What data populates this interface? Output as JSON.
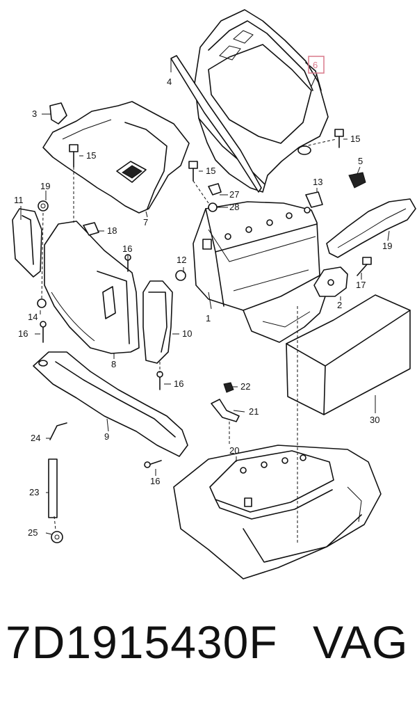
{
  "callouts": {
    "c1": "1",
    "c2": "2",
    "c3": "3",
    "c4": "4",
    "c5": "5",
    "c6": "6",
    "c7": "7",
    "c8": "8",
    "c9": "9",
    "c10": "10",
    "c11": "11",
    "c12": "12",
    "c13": "13",
    "c14": "14",
    "c15a": "15",
    "c15b": "15",
    "c15c": "15",
    "c16a": "16",
    "c16b": "16",
    "c16c": "16",
    "c16d": "16",
    "c17": "17",
    "c18": "18",
    "c19a": "19",
    "c19b": "19",
    "c20": "20",
    "c21": "21",
    "c22": "22",
    "c23": "23",
    "c24": "24",
    "c25": "25",
    "c27": "27",
    "c28": "28",
    "c30": "30"
  },
  "highlight": {
    "callout": "6",
    "color": "#d9798a"
  },
  "footer": {
    "part_number": "7D1915430F",
    "brand": "VAG"
  }
}
